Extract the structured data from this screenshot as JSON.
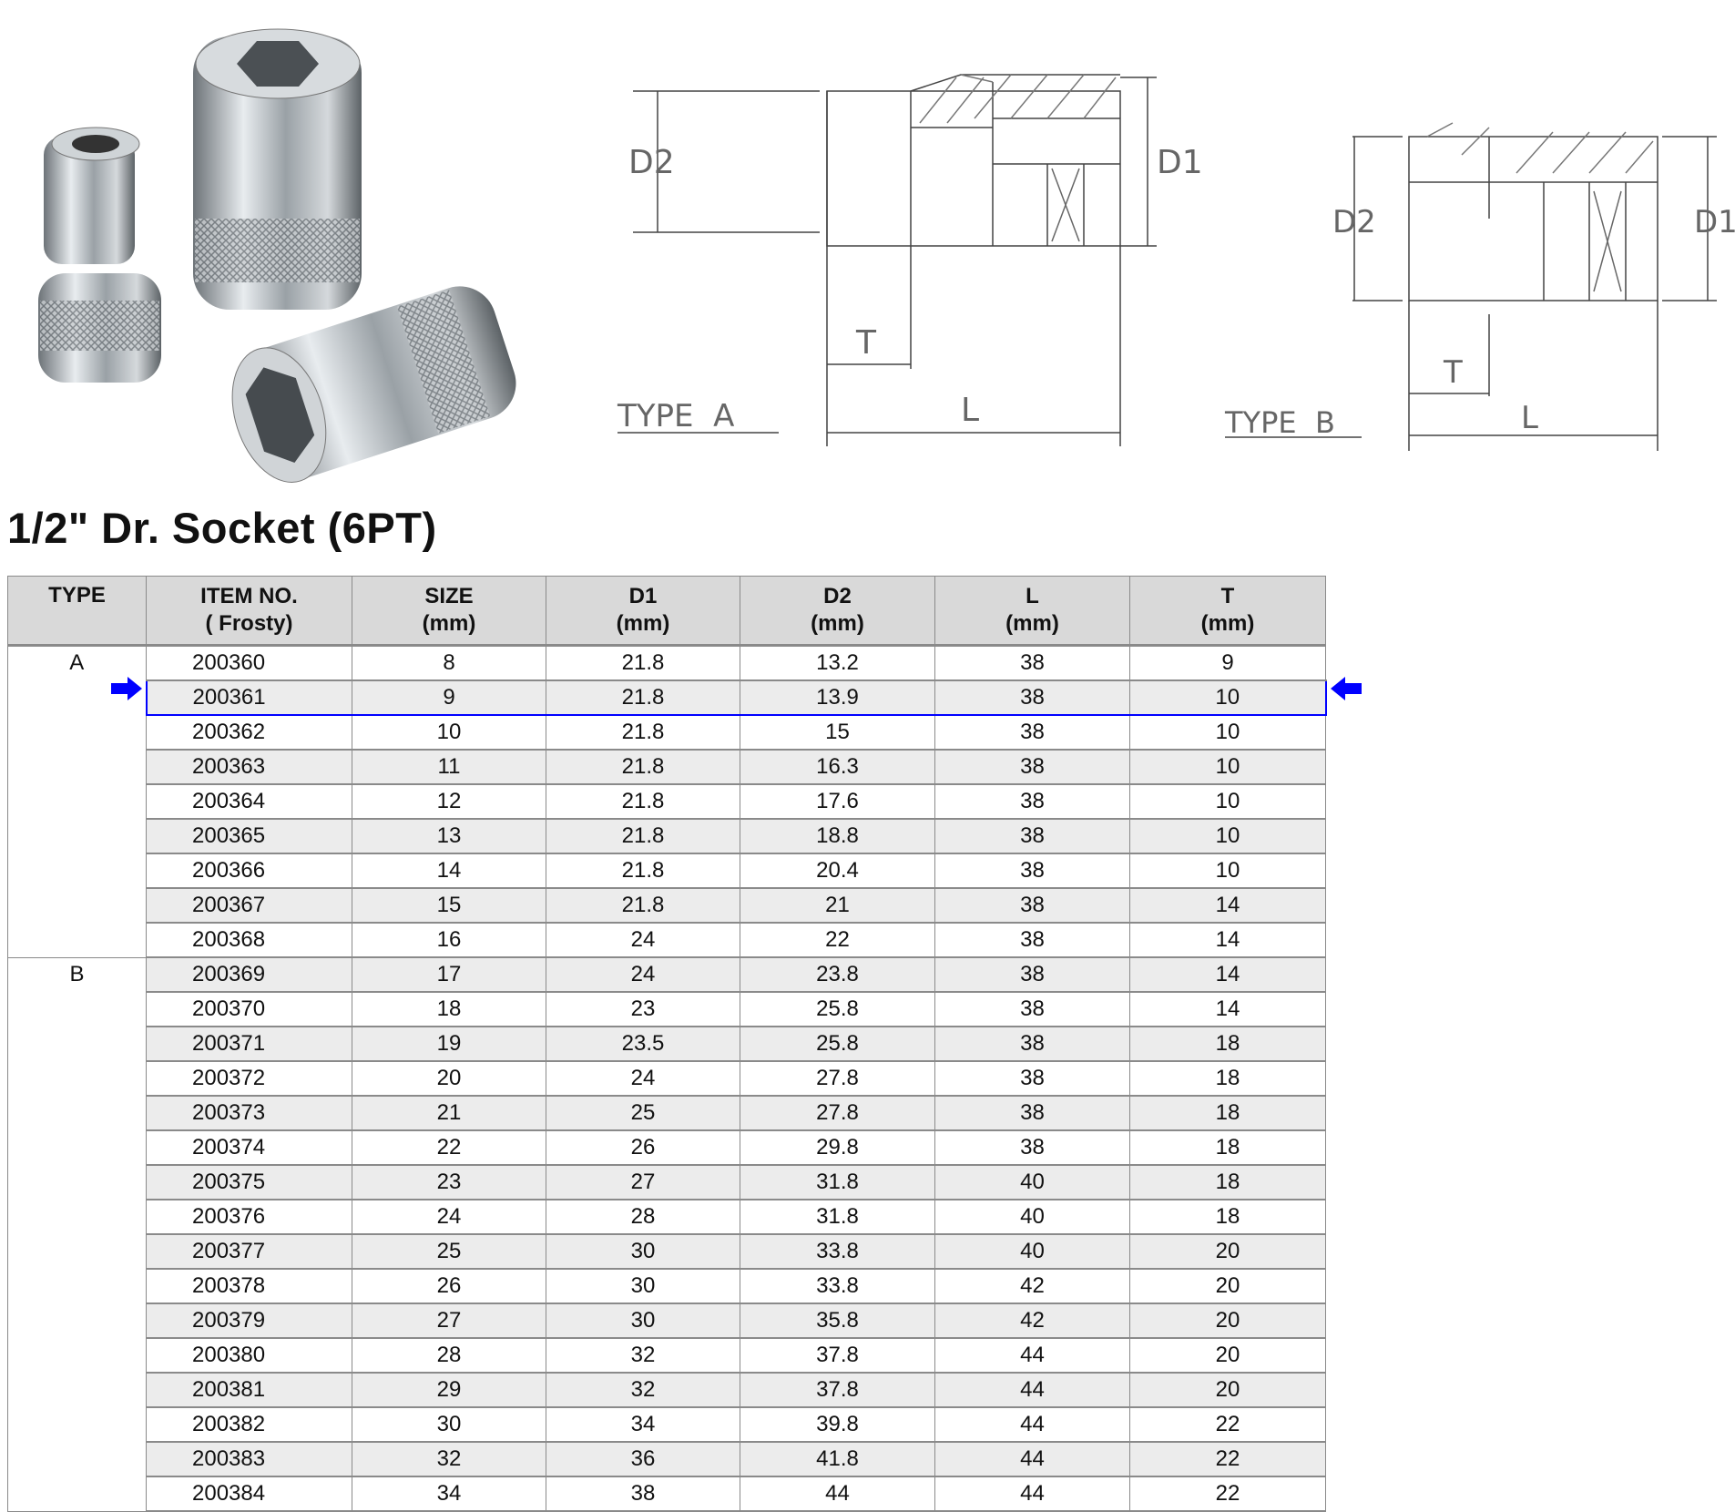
{
  "title": "1/2\" Dr. Socket (6PT)",
  "diagrams": {
    "type_a": {
      "label": "TYPE  A",
      "d1": "D1",
      "d2": "D2",
      "t": "T",
      "l": "L"
    },
    "type_b": {
      "label": "TYPE  B",
      "d1": "D1",
      "d2": "D2",
      "t": "T",
      "l": "L"
    }
  },
  "table": {
    "headers": [
      {
        "line1": "TYPE",
        "line2": ""
      },
      {
        "line1": "ITEM NO.",
        "line2": "( Frosty)"
      },
      {
        "line1": "SIZE",
        "line2": "(mm)"
      },
      {
        "line1": "D1",
        "line2": "(mm)"
      },
      {
        "line1": "D2",
        "line2": "(mm)"
      },
      {
        "line1": "L",
        "line2": "(mm)"
      },
      {
        "line1": "T",
        "line2": "(mm)"
      }
    ],
    "highlighted_item": "200361",
    "highlight_color": "#0000ff",
    "groups": [
      {
        "type": "A",
        "rows": [
          [
            "200360",
            "8",
            "21.8",
            "13.2",
            "38",
            "9"
          ],
          [
            "200361",
            "9",
            "21.8",
            "13.9",
            "38",
            "10"
          ],
          [
            "200362",
            "10",
            "21.8",
            "15",
            "38",
            "10"
          ],
          [
            "200363",
            "11",
            "21.8",
            "16.3",
            "38",
            "10"
          ],
          [
            "200364",
            "12",
            "21.8",
            "17.6",
            "38",
            "10"
          ],
          [
            "200365",
            "13",
            "21.8",
            "18.8",
            "38",
            "10"
          ],
          [
            "200366",
            "14",
            "21.8",
            "20.4",
            "38",
            "10"
          ],
          [
            "200367",
            "15",
            "21.8",
            "21",
            "38",
            "14"
          ],
          [
            "200368",
            "16",
            "24",
            "22",
            "38",
            "14"
          ]
        ]
      },
      {
        "type": "B",
        "rows": [
          [
            "200369",
            "17",
            "24",
            "23.8",
            "38",
            "14"
          ],
          [
            "200370",
            "18",
            "23",
            "25.8",
            "38",
            "14"
          ],
          [
            "200371",
            "19",
            "23.5",
            "25.8",
            "38",
            "18"
          ],
          [
            "200372",
            "20",
            "24",
            "27.8",
            "38",
            "18"
          ],
          [
            "200373",
            "21",
            "25",
            "27.8",
            "38",
            "18"
          ],
          [
            "200374",
            "22",
            "26",
            "29.8",
            "38",
            "18"
          ],
          [
            "200375",
            "23",
            "27",
            "31.8",
            "40",
            "18"
          ],
          [
            "200376",
            "24",
            "28",
            "31.8",
            "40",
            "18"
          ],
          [
            "200377",
            "25",
            "30",
            "33.8",
            "40",
            "20"
          ],
          [
            "200378",
            "26",
            "30",
            "33.8",
            "42",
            "20"
          ],
          [
            "200379",
            "27",
            "30",
            "35.8",
            "42",
            "20"
          ],
          [
            "200380",
            "28",
            "32",
            "37.8",
            "44",
            "20"
          ],
          [
            "200381",
            "29",
            "32",
            "37.8",
            "44",
            "20"
          ],
          [
            "200382",
            "30",
            "34",
            "39.8",
            "44",
            "22"
          ],
          [
            "200383",
            "32",
            "36",
            "41.8",
            "44",
            "22"
          ],
          [
            "200384",
            "34",
            "38",
            "44",
            "44",
            "22"
          ]
        ]
      }
    ]
  }
}
